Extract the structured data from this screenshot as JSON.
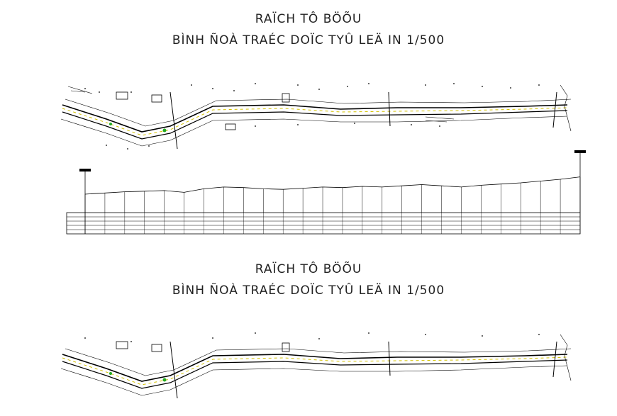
{
  "sheet1": {
    "title": "RAÏCH TÔ BÖÕU",
    "subtitle": "BÌNH ÑOÀ TRAÉC DOÏC TYÛ LEÄ IN 1/500"
  },
  "sheet2": {
    "title": "RAÏCH TÔ BÖÕU",
    "subtitle": "BÌNH ÑOÀ TRAÉC DOÏC TYÛ LEÄ IN 1/500"
  },
  "profile": {
    "ground_levels": [
      0.62,
      0.66,
      0.7,
      0.72,
      0.74,
      0.68,
      0.8,
      0.86,
      0.84,
      0.8,
      0.78,
      0.82,
      0.86,
      0.84,
      0.88,
      0.86,
      0.9,
      0.94,
      0.9,
      0.86,
      0.92,
      0.96,
      1.0,
      1.06,
      1.12,
      1.2
    ],
    "colors": {
      "linework": "#000000",
      "centerline": "#d4c200",
      "marker": "#22aa22"
    }
  }
}
